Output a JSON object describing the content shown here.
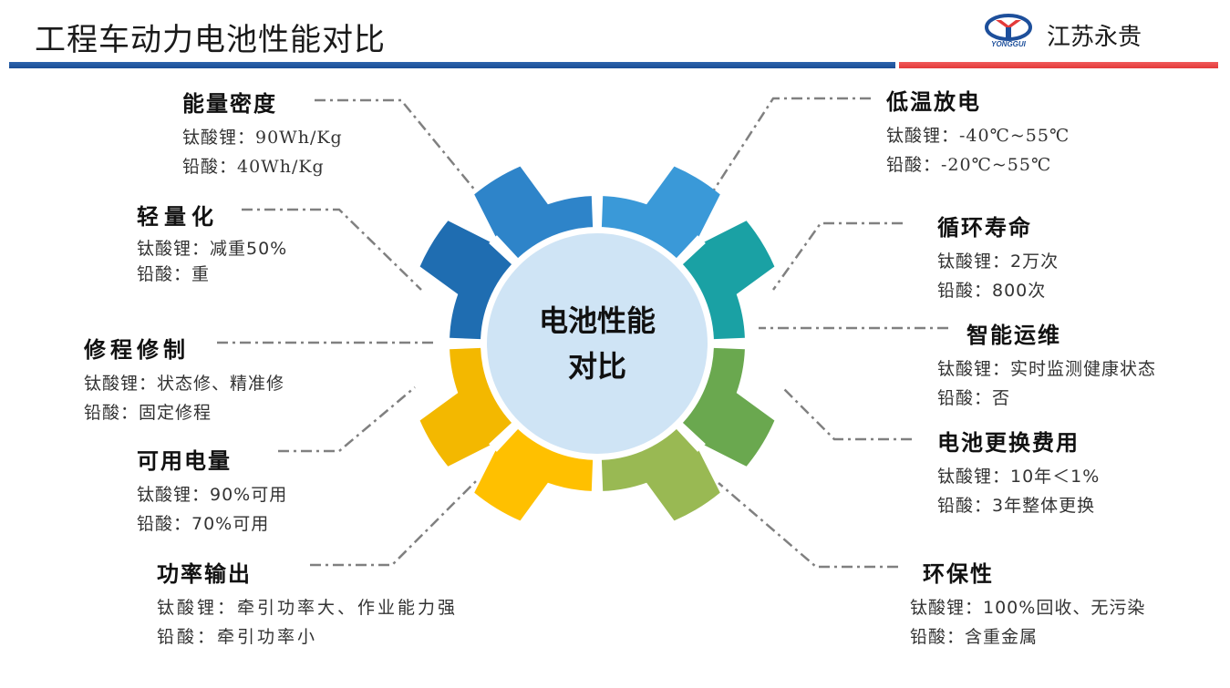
{
  "header": {
    "title": "工程车动力电池性能对比",
    "company": "江苏永贵",
    "logo_text": "YONGGUI",
    "colors": {
      "accent_blue": "#1a4d95",
      "accent_red": "#e33a3a"
    }
  },
  "center": {
    "line1": "电池性能",
    "line2": "对比"
  },
  "gear_colors": [
    "#3a99d8",
    "#1aa1a4",
    "#6aa84f",
    "#99b953",
    "#ffc000",
    "#f3b800",
    "#1f6db1",
    "#2e84c9"
  ],
  "left_items": [
    {
      "title": "能量密度",
      "lines": [
        "钛酸锂：90Wh/Kg",
        "铅酸：40Wh/Kg"
      ]
    },
    {
      "title": "轻量化",
      "lines": [
        "钛酸锂：减重50%",
        "铅酸：重"
      ]
    },
    {
      "title": "修程修制",
      "lines": [
        "钛酸锂：状态修、精准修",
        "铅酸：固定修程"
      ]
    },
    {
      "title": "可用电量",
      "lines": [
        "钛酸锂：90%可用",
        "铅酸：70%可用"
      ]
    },
    {
      "title": "功率输出",
      "lines": [
        "钛酸锂：牵引功率大、作业能力强",
        "铅酸：牵引功率小"
      ]
    }
  ],
  "right_items": [
    {
      "title": "低温放电",
      "lines": [
        "钛酸锂：-40℃~55℃",
        "铅酸：-20℃~55℃"
      ]
    },
    {
      "title": "循环寿命",
      "lines": [
        "钛酸锂：2万次",
        "铅酸：800次"
      ]
    },
    {
      "title": "智能运维",
      "lines": [
        "钛酸锂：实时监测健康状态",
        "铅酸：否"
      ]
    },
    {
      "title": "电池更换费用",
      "lines": [
        "钛酸锂：10年＜1%",
        "铅酸：3年整体更换"
      ]
    },
    {
      "title": "环保性",
      "lines": [
        "钛酸锂：100%回收、无污染",
        "铅酸：含重金属"
      ]
    }
  ]
}
